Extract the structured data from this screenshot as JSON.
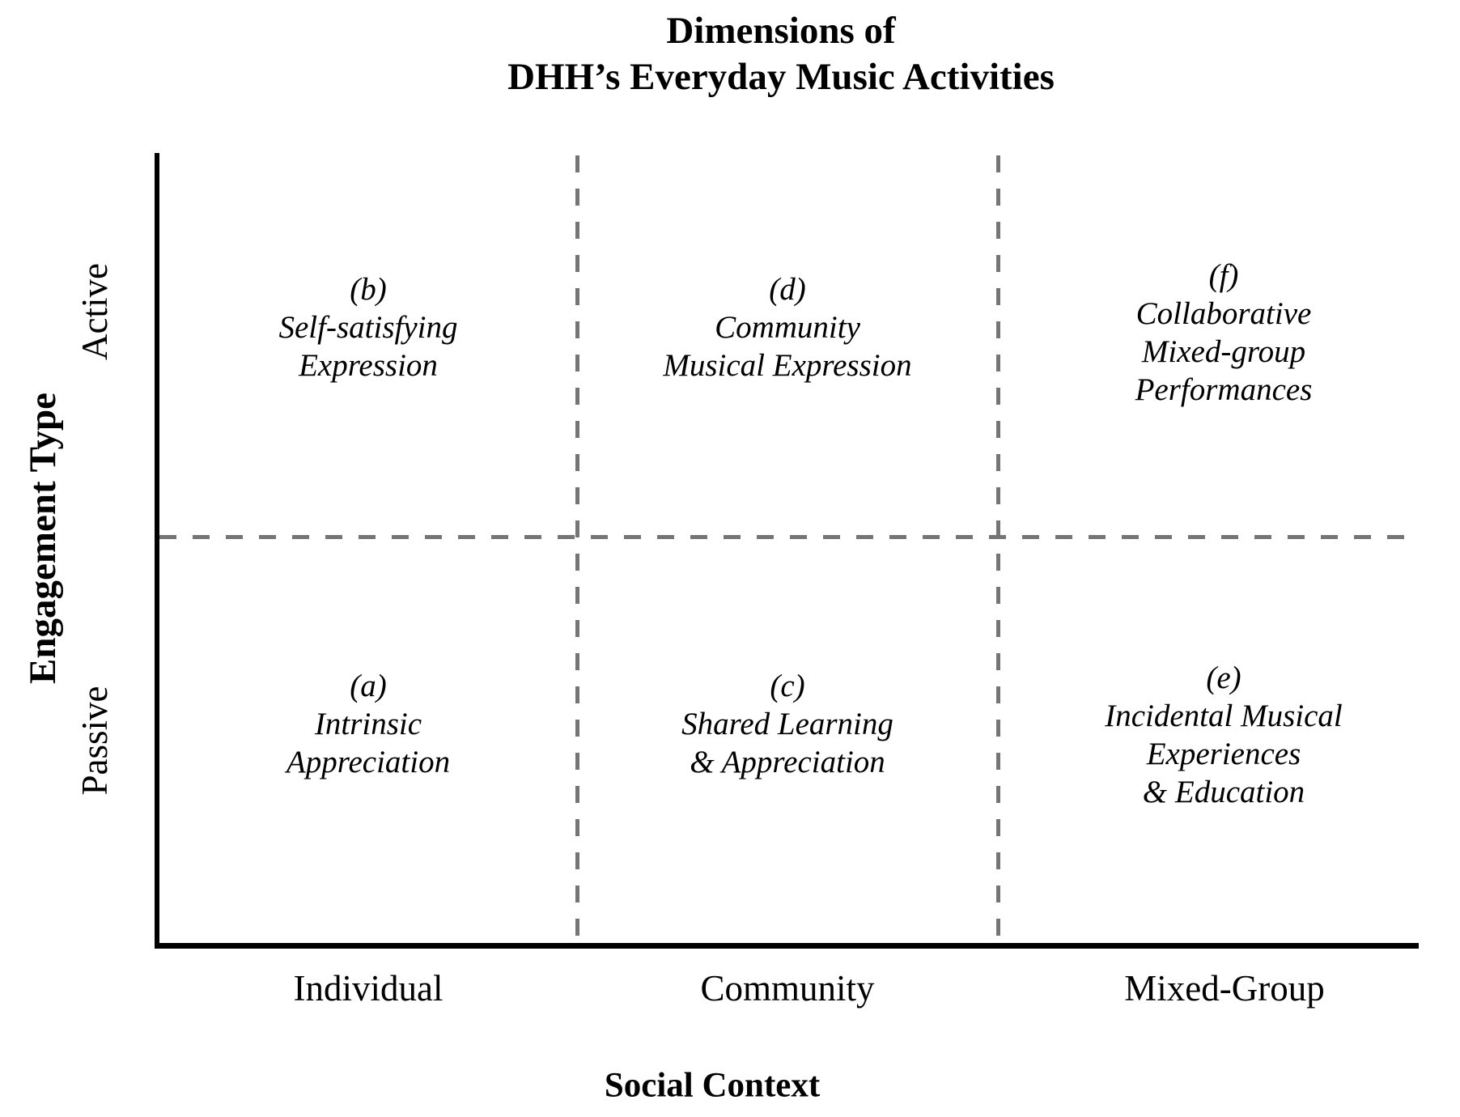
{
  "figure": {
    "title_line1": "Dimensions of",
    "title_line2": "DHH’s Everyday Music Activities"
  },
  "y_axis": {
    "title": "Engagement Type",
    "tick_top": "Active",
    "tick_bottom": "Passive"
  },
  "x_axis": {
    "title": "Social Context",
    "tick_left": "Individual",
    "tick_center": "Community",
    "tick_right": "Mixed-Group"
  },
  "quadrants": {
    "b": {
      "marker": "(b)",
      "line1": "Self-satisfying",
      "line2": "Expression"
    },
    "d": {
      "marker": "(d)",
      "line1": "Community",
      "line2": "Musical Expression"
    },
    "f": {
      "marker": "(f)",
      "line1": "Collaborative",
      "line2": "Mixed-group",
      "line3": "Performances"
    },
    "a": {
      "marker": "(a)",
      "line1": "Intrinsic",
      "line2": "Appreciation"
    },
    "c": {
      "marker": "(c)",
      "line1": "Shared Learning",
      "line2": "& Appreciation"
    },
    "e": {
      "marker": "(e)",
      "line1": "Incidental Musical",
      "line2": "Experiences",
      "line3": "& Education"
    }
  },
  "colors": {
    "background": "#ffffff",
    "axis": "#000000",
    "divider": "#757575",
    "text": "#000000"
  }
}
